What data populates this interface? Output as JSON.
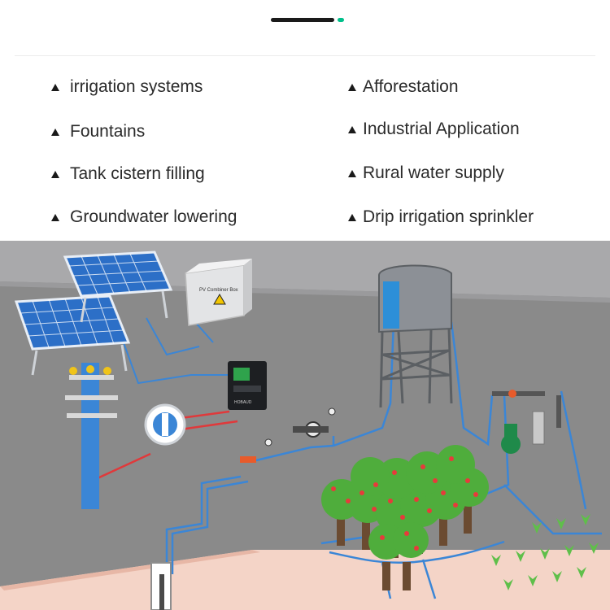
{
  "applications": {
    "left": [
      {
        "label": "irrigation systems"
      },
      {
        "label": "Fountains"
      },
      {
        "label": "Tank cistern filling"
      },
      {
        "label": "Groundwater lowering"
      }
    ],
    "right": [
      {
        "label": "Afforestation"
      },
      {
        "label": "Industrial Application"
      },
      {
        "label": "Rural water supply"
      },
      {
        "label": "Drip irrigation sprinkler"
      }
    ]
  },
  "illustration": {
    "controller_box_label": "PV Combiner Box",
    "inverter_label": "HOBAUD",
    "colors": {
      "sky": "#a9a9ab",
      "ground": "#868686",
      "soil": "#f4d4c7",
      "pipe_blue": "#3b86d6",
      "wire_red": "#e0393b",
      "tree_green": "#4fad3c",
      "fruit_red": "#e63b3b"
    }
  }
}
